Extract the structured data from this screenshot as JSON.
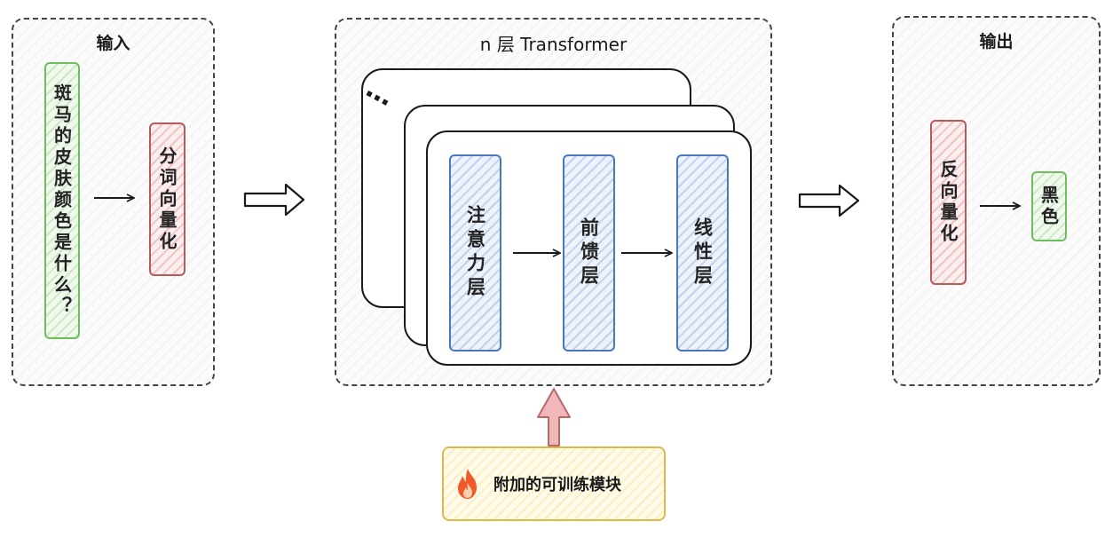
{
  "input_panel": {
    "title": "输入",
    "question": "斑马的皮肤颜色是什么？",
    "tokenize": "分词向量化"
  },
  "transformer_panel": {
    "title": "n 层 Transformer",
    "ellipsis": "…",
    "layers": {
      "attention": "注意力层",
      "feedforward": "前馈层",
      "linear": "线性层"
    }
  },
  "output_panel": {
    "title": "输出",
    "dequantize": "反向量化",
    "answer": "黑色"
  },
  "module": {
    "label": "附加的可训练模块",
    "icon": "fire-icon"
  },
  "colors": {
    "green": "#6cbf5a",
    "red": "#b85a5a",
    "blue": "#4a78c0",
    "yellow": "#e0b84a",
    "pink_arrow": "#e8a0a0"
  }
}
